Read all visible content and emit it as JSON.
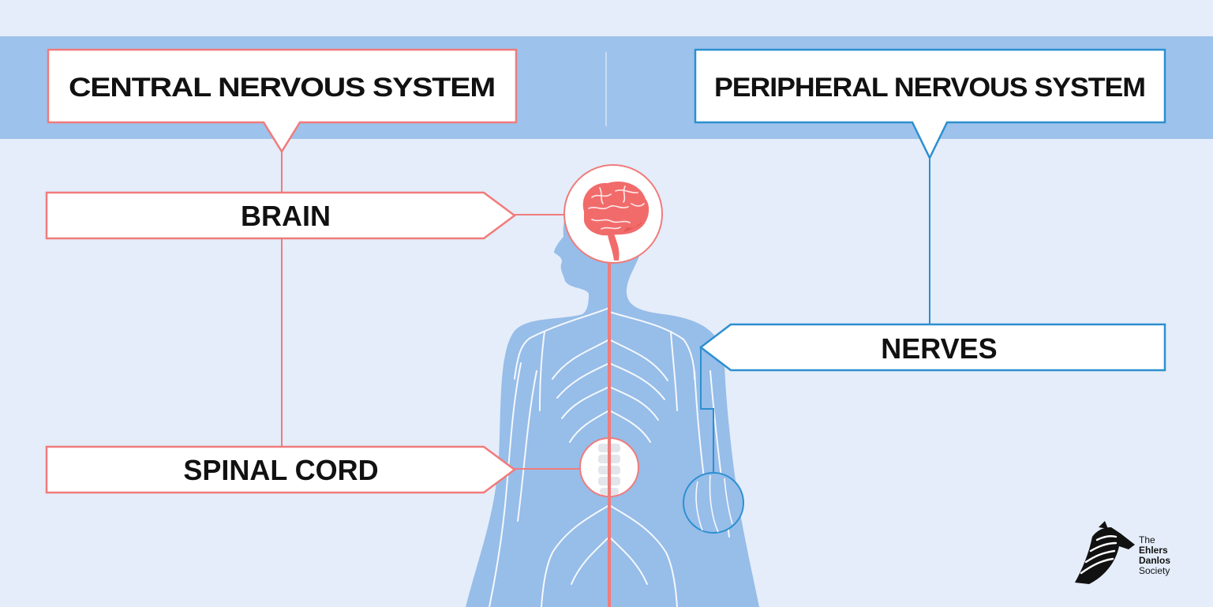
{
  "headers": {
    "central": "CENTRAL NERVOUS SYSTEM",
    "peripheral": "PERIPHERAL NERVOUS SYSTEM"
  },
  "labels": {
    "brain": "BRAIN",
    "spinal_cord": "SPINAL CORD",
    "nerves": "NERVES"
  },
  "logo": {
    "line1": "The",
    "line2": "Ehlers",
    "line3": "Danlos",
    "line4": "Society"
  },
  "colors": {
    "background": "#e4edf9",
    "band": "#9dc2ec",
    "body": "#97bde9",
    "central_accent": "#f07b7b",
    "peripheral_accent": "#2d8fd0",
    "brain": "#f26b6b"
  }
}
